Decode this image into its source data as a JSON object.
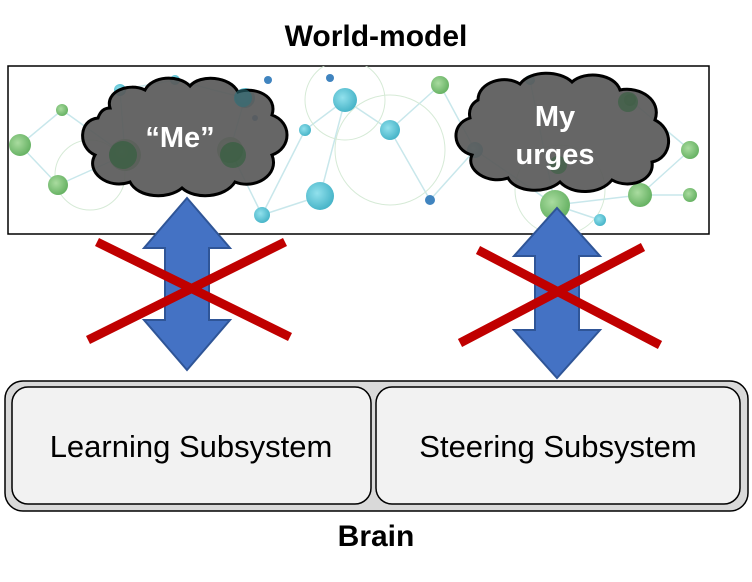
{
  "world_model": {
    "title": "World-model",
    "clouds": [
      {
        "id": "me",
        "lines": [
          "“Me”"
        ]
      },
      {
        "id": "urges",
        "lines": [
          "My",
          "urges"
        ]
      }
    ]
  },
  "brain": {
    "title": "Brain",
    "subsystems": [
      {
        "id": "learning",
        "label": "Learning Subsystem"
      },
      {
        "id": "steering",
        "label": "Steering Subsystem"
      }
    ]
  },
  "colors": {
    "arrow": "#4472c4",
    "cross": "#c00000",
    "cloud": "#595959",
    "box_fill": "#f2f2f2",
    "network_blue": "#2fb5c8",
    "network_green": "#63b55a"
  }
}
